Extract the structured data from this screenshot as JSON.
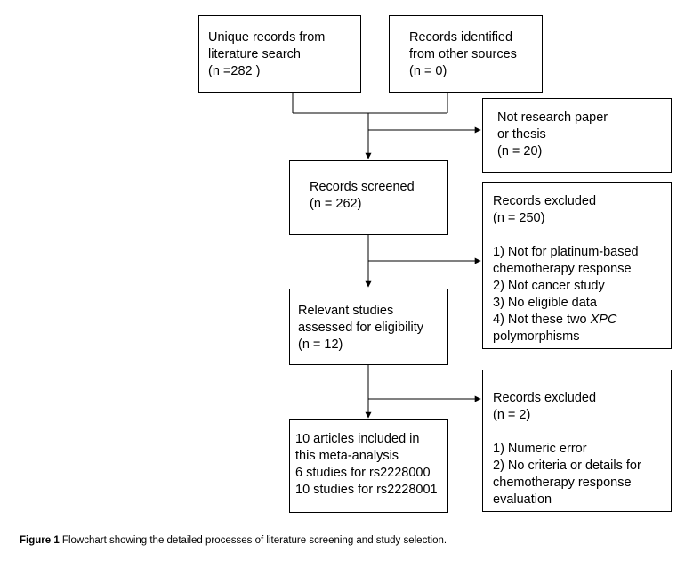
{
  "flowchart": {
    "unique_records": {
      "lines": [
        "Unique records from",
        "literature search",
        "(n =282 )"
      ]
    },
    "other_sources": {
      "lines": [
        "Records identified",
        "from other sources",
        "(n = 0)"
      ]
    },
    "not_research": {
      "lines": [
        "Not research paper",
        "or thesis",
        "(n = 20)"
      ]
    },
    "screened": {
      "lines": [
        "Records screened",
        "(n = 262)"
      ]
    },
    "excluded_250": {
      "lines": [
        "Records excluded",
        "(n = 250)"
      ],
      "reasons": [
        "1) Not for platinum-based",
        "chemotherapy response",
        "2) Not cancer study",
        "3) No eligible data"
      ],
      "last_reason_prefix": "4) Not these two ",
      "last_reason_italic": "XPC",
      "last_reason_tail": "polymorphisms"
    },
    "eligibility": {
      "lines": [
        "Relevant studies",
        "assessed for eligibility",
        "(n = 12)"
      ]
    },
    "excluded_2": {
      "lines": [
        "Records excluded",
        "(n = 2)"
      ],
      "reasons": [
        "1) Numeric error",
        "2) No criteria or details for",
        "chemotherapy response",
        "evaluation"
      ]
    },
    "included": {
      "lines": [
        "10 articles included in",
        "this meta-analysis",
        "6 studies for rs2228000",
        "10 studies for rs2228001"
      ]
    }
  },
  "caption": {
    "label": "Figure 1",
    "text": " Flowchart showing the detailed processes of literature screening and study selection."
  }
}
